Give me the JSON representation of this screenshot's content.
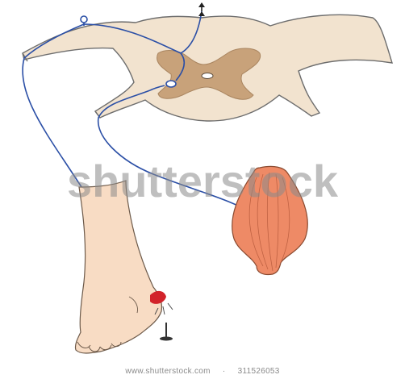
{
  "watermark": {
    "text": "shutterstock",
    "url": "www.shutterstock.com",
    "image_id": "311526053"
  },
  "colors": {
    "spinal_cord_white_matter": "#f2e3cf",
    "spinal_cord_grey_matter": "#c8a27a",
    "nerve_fiber": "#2b4fa6",
    "muscle": "#ee8a66",
    "skin": "#f8dcc4",
    "injury_spot": "#d2232a",
    "watermark": "#8a8a8a"
  },
  "icons": [
    "arrow-up-icon",
    "pin-icon"
  ]
}
